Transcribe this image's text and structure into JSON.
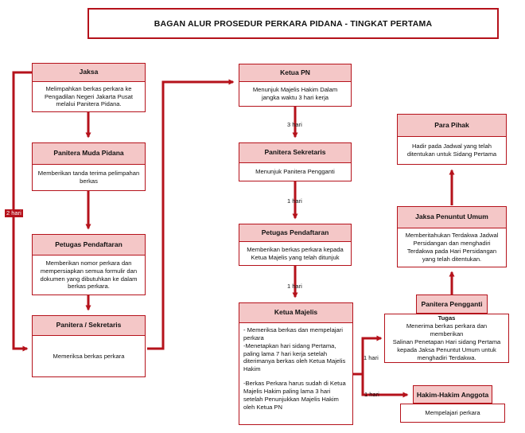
{
  "title": "BAGAN ALUR PROSEDUR PERKARA PIDANA - TINGKAT PERTAMA",
  "accent_color": "#b5121b",
  "header_fill": "#f4c7c7",
  "nodes": {
    "jaksa": {
      "title": "Jaksa",
      "body": [
        "Melimpahkan berkas perkara ke",
        "Pengadilan Negeri Jakarta Pusat",
        "melalui Panitera Pidana."
      ]
    },
    "panitera_muda": {
      "title": "Panitera Muda Pidana",
      "body": [
        "Memberikan tanda terima pelimpahan",
        "berkas"
      ]
    },
    "petugas_kiri": {
      "title": "Petugas Pendaftaran",
      "body": [
        "Memberikan nomor perkara dan",
        "mempersiapkan semua formulir dan",
        "dokumen yang dibutuhkan ke dalam",
        "berkas perkara."
      ]
    },
    "panitera_sekretaris_kiri": {
      "title": "Panitera / Sekretaris",
      "body": [
        "Memeriksa berkas perkara"
      ]
    },
    "ketua_pn": {
      "title": "Ketua PN",
      "body": [
        "Menunjuk Majelis Hakim Dalam",
        "jangka waktu 3 hari kerja"
      ]
    },
    "panitera_sekretaris": {
      "title": "Panitera Sekretaris",
      "body": [
        "Menunjuk Panitera Pengganti"
      ]
    },
    "petugas_tengah": {
      "title": "Petugas Pendaftaran",
      "body": [
        "Memberikan berkas perkara kepada",
        "Ketua Majelis yang telah ditunjuk"
      ]
    },
    "ketua_majelis": {
      "title": "Ketua Majelis",
      "para1": [
        "- Memeriksa berkas dan mempelajari",
        "perkara",
        "-Menetapkan hari sidang Pertama,",
        "paling lama 7 hari kerja setelah",
        "diterimanya berkas oleh Ketua Majelis",
        "Hakim"
      ],
      "para2": [
        "-Berkas Perkara harus sudah di Ketua",
        "Majelis Hakim paling lama 3 hari",
        "setelah Penunjukkan Majelis Hakim",
        "oleh Ketua PN"
      ]
    },
    "para_pihak": {
      "title": "Para Pihak",
      "body": [
        "Hadir pada Jadwal yang telah",
        "ditentukan untuk Sidang Pertama"
      ]
    },
    "jaksa_penuntut": {
      "title": "Jaksa Penuntut Umum",
      "body": [
        "Memberitahukan Terdakwa Jadwal",
        "Persidangan dan menghadiri",
        "Terdakwa pada Hari Persidangan",
        "yang telah ditentukan."
      ]
    },
    "panitera_pengganti": {
      "title": "Panitera Pengganti",
      "body": [
        "Tugas",
        "Menerima berkas perkara dan memberikan",
        "Salinan Penetapan Hari sidang Pertama",
        "kepada Jaksa Penuntut Umum untuk",
        "menghadiri Terdakwa."
      ]
    },
    "hakim_anggota": {
      "title": "Hakim-Hakim Anggota",
      "body": [
        "Mempelajari perkara"
      ]
    }
  },
  "labels": {
    "two_days": "2 hari",
    "three_days": "3 hari",
    "one_day_a": "1 hari",
    "one_day_b": "1 hari",
    "one_day_c": "1 hari",
    "one_day_d": "1 hari"
  }
}
